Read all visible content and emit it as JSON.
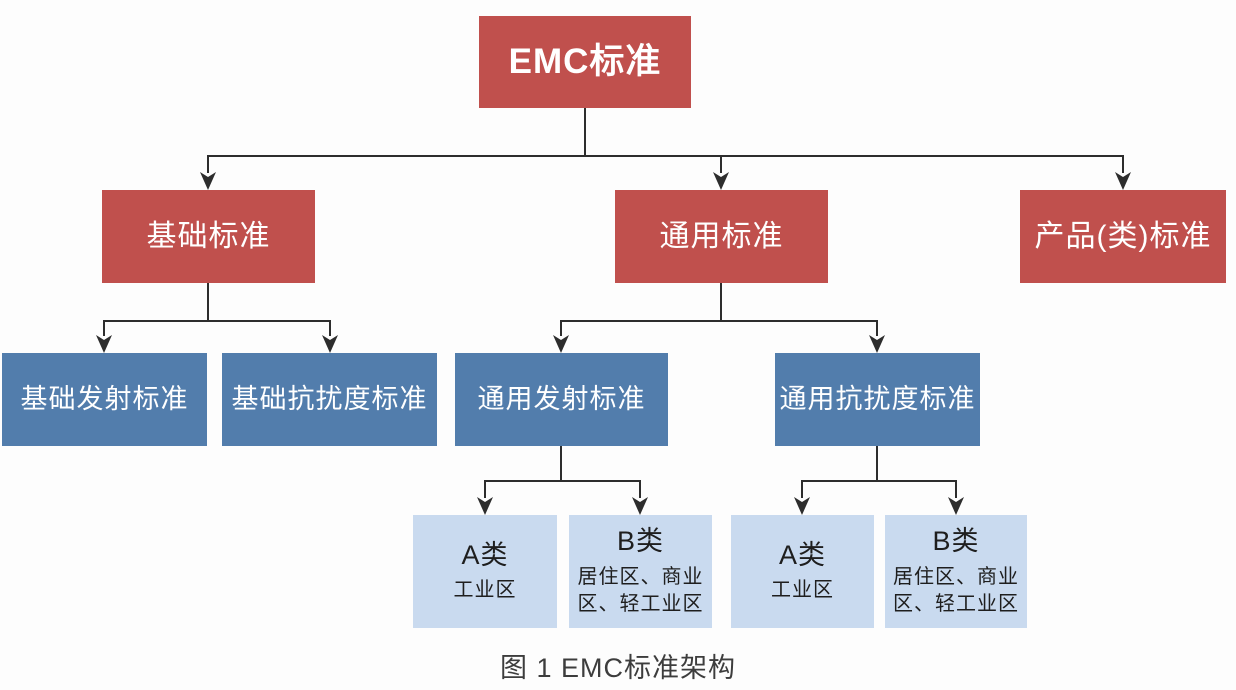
{
  "caption": "图 1  EMC标准架构",
  "colors": {
    "red": "#c0504d",
    "blue": "#527dac",
    "lightblue": "#c9daef",
    "line": "#2d2d2d",
    "caption_color": "#3d3d3d"
  },
  "nodes": {
    "root": {
      "label": "EMC标准"
    },
    "basic": {
      "label": "基础标准"
    },
    "generic": {
      "label": "通用标准"
    },
    "product": {
      "label": "产品(类)标准"
    },
    "basic_emission": {
      "label": "基础发射标准"
    },
    "basic_immunity": {
      "label": "基础抗扰度标准"
    },
    "generic_emission": {
      "label": "通用发射标准"
    },
    "generic_immunity": {
      "label": "通用抗扰度标准"
    },
    "generic_emission_class_a": {
      "title": "A类",
      "desc": "工业区"
    },
    "generic_emission_class_b": {
      "title": "B类",
      "desc": "居住区、商业区、轻工业区"
    },
    "generic_immunity_class_a": {
      "title": "A类",
      "desc": "工业区"
    },
    "generic_immunity_class_b": {
      "title": "B类",
      "desc": "居住区、商业区、轻工业区"
    }
  }
}
